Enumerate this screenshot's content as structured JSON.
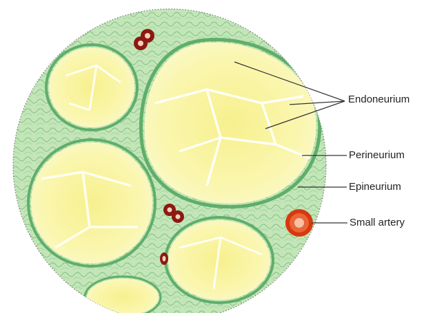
{
  "labels": {
    "endoneurium": "Endoneurium",
    "perineurium": "Perineurium",
    "epineurium": "Epineurium",
    "small_artery": "Small artery"
  },
  "colors": {
    "epineurium_fill": "#bfe3b5",
    "perineurium_stroke": "#5fae6a",
    "fascicle_fill": "#fbf7b0",
    "fascicle_inner": "#f6ef8c",
    "endoneurium_line": "#ffffff",
    "vessel": "#8b1a10",
    "artery": "#d8380f",
    "outline": "#777777",
    "leader": "#333333"
  }
}
